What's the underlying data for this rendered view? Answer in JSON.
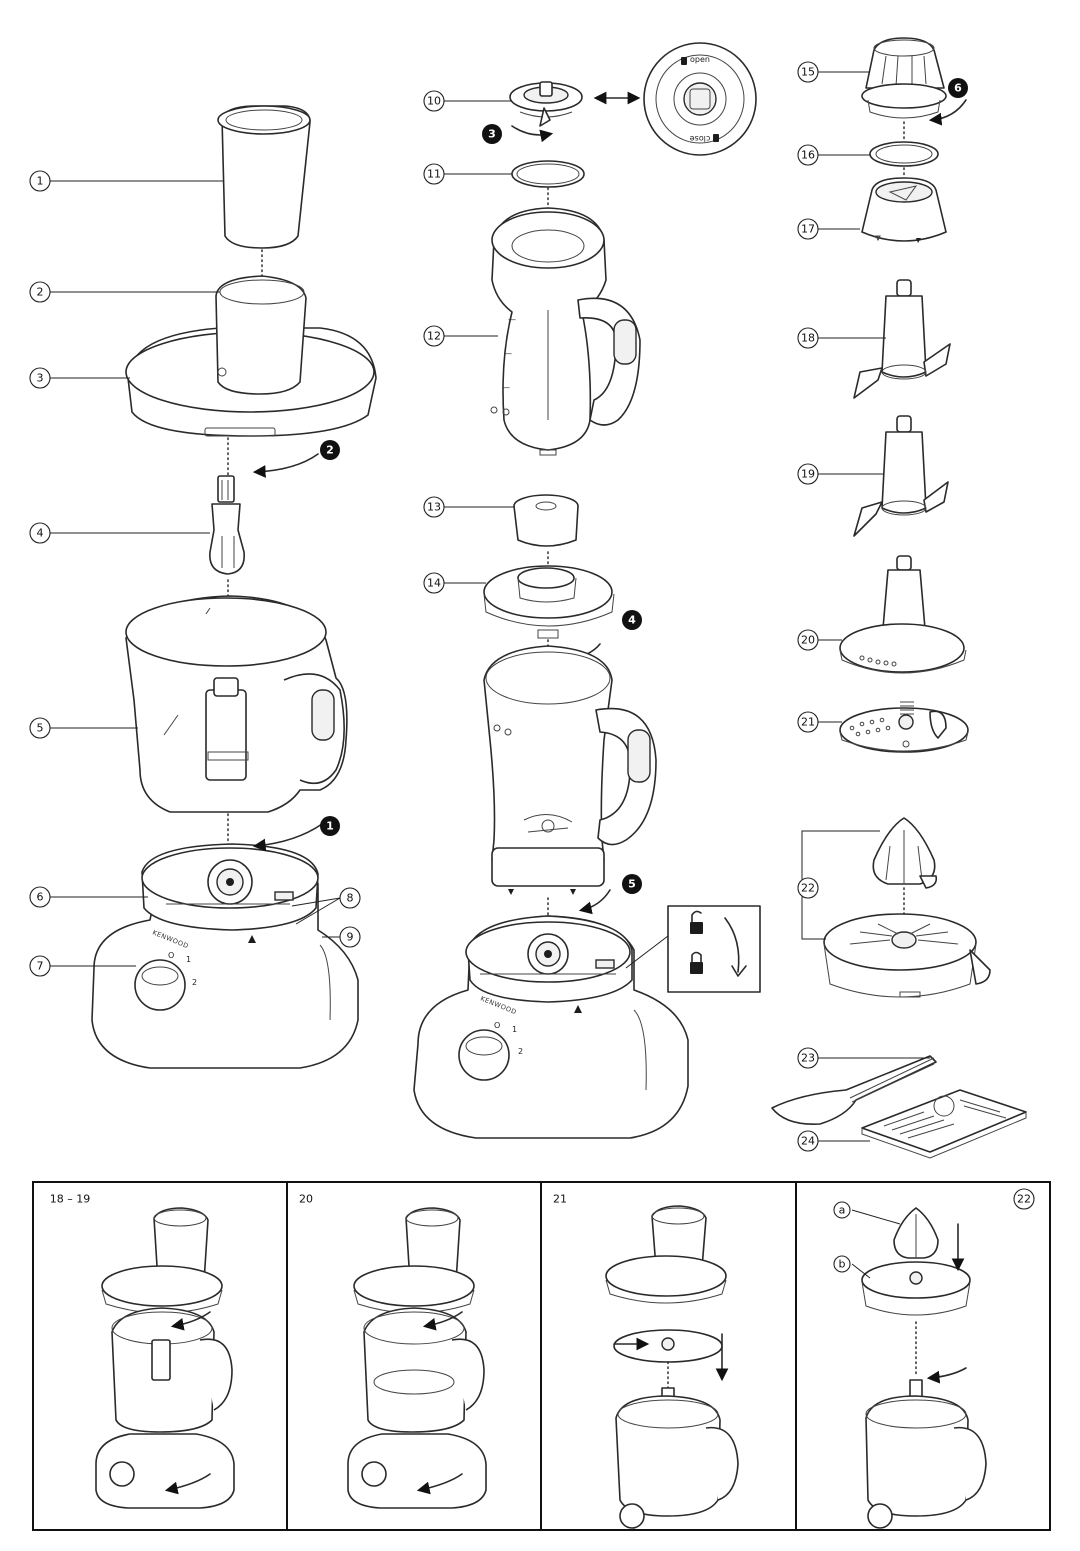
{
  "callouts": [
    "1",
    "2",
    "3",
    "4",
    "5",
    "6",
    "7",
    "8",
    "9",
    "10",
    "11",
    "12",
    "13",
    "14",
    "15",
    "16",
    "17",
    "18",
    "19",
    "20",
    "21",
    "22",
    "23",
    "24"
  ],
  "steps": [
    "1",
    "2",
    "3",
    "4",
    "5",
    "6"
  ],
  "brand": "KENWOOD",
  "lid_labels": {
    "open": "open",
    "close": "close"
  },
  "speed_marks": [
    "O",
    "1",
    "2"
  ],
  "panels": [
    {
      "label": "18 – 19"
    },
    {
      "label": "20"
    },
    {
      "label": "21"
    },
    {
      "label": "22",
      "part_a": "a",
      "part_b": "b"
    }
  ]
}
